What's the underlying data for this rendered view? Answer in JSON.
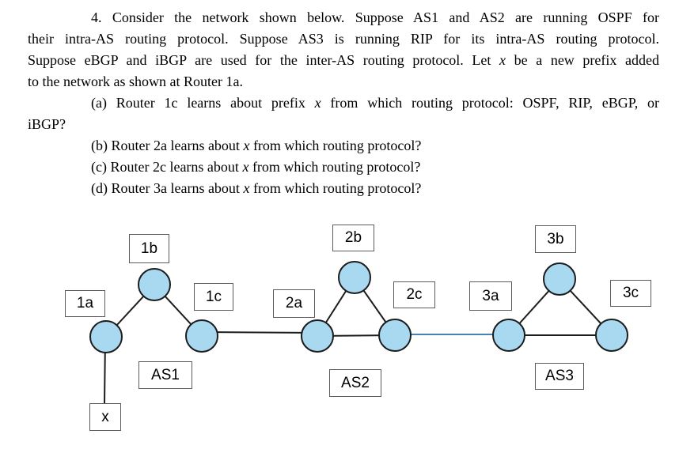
{
  "problem": {
    "intro": {
      "line1": "4. Consider the network shown below.  Suppose AS1 and AS2 are running OSPF for",
      "line2": "their intra-AS routing protocol.  Suppose AS3 is running RIP for its intra-AS routing protocol.",
      "line3_pre": "Suppose eBGP and iBGP are used for the inter-AS routing protocol.  Let ",
      "line3_x": "x",
      "line3_post": " be a new prefix added",
      "line4": "to the network as shown at Router 1a."
    },
    "qa": {
      "pre": "(a) Router 1c learns about prefix ",
      "x": "x",
      "post": " from which routing protocol:  OSPF, RIP, eBGP, or",
      "cont": "iBGP?"
    },
    "qb": {
      "pre": "(b) Router 2a learns about ",
      "x": "x",
      "post": " from which routing protocol?"
    },
    "qc": {
      "pre": "(c) Router 2c learns about ",
      "x": "x",
      "post": " from which routing protocol?"
    },
    "qd": {
      "pre": "(d) Router 3a learns about ",
      "x": "x",
      "post": " from which routing protocol?"
    }
  },
  "diagram": {
    "routers": {
      "r1a": "1a",
      "r1b": "1b",
      "r1c": "1c",
      "r2a": "2a",
      "r2b": "2b",
      "r2c": "2c",
      "r3a": "3a",
      "r3b": "3b",
      "r3c": "3c"
    },
    "as_labels": {
      "as1": "AS1",
      "as2": "AS2",
      "as3": "AS3"
    },
    "prefix": "x",
    "colors": {
      "router_fill": "#A8D9F0",
      "router_stroke": "#1C1C1C",
      "link": "#1C1C1C",
      "inter_as_link": "#4682B4",
      "box_border": "#5B5B5B"
    }
  }
}
